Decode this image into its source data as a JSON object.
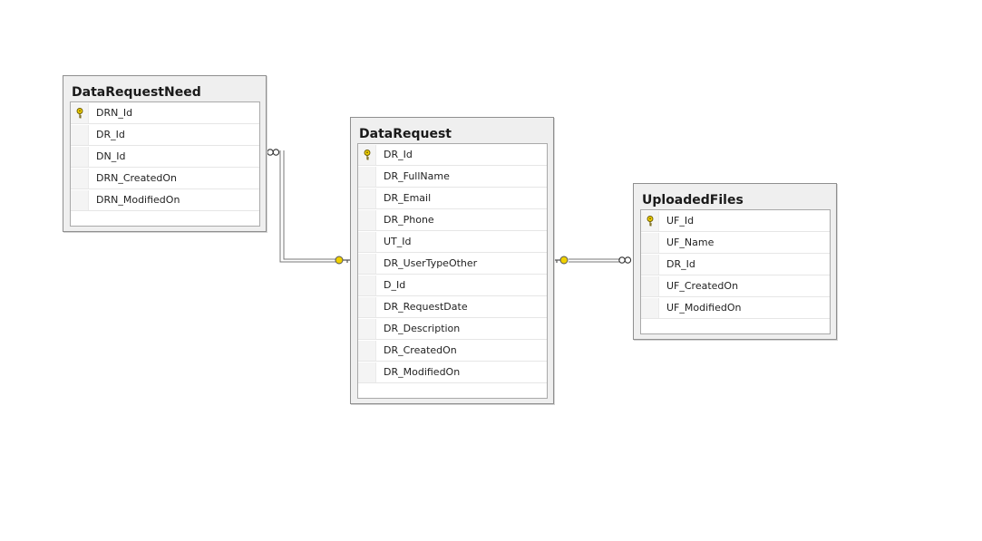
{
  "tables": {
    "data_request_need": {
      "title": "DataRequestNeed",
      "columns": [
        {
          "name": "DRN_Id",
          "primary_key": true
        },
        {
          "name": "DR_Id",
          "primary_key": false
        },
        {
          "name": "DN_Id",
          "primary_key": false
        },
        {
          "name": "DRN_CreatedOn",
          "primary_key": false
        },
        {
          "name": "DRN_ModifiedOn",
          "primary_key": false
        }
      ]
    },
    "data_request": {
      "title": "DataRequest",
      "columns": [
        {
          "name": "DR_Id",
          "primary_key": true
        },
        {
          "name": "DR_FullName",
          "primary_key": false
        },
        {
          "name": "DR_Email",
          "primary_key": false
        },
        {
          "name": "DR_Phone",
          "primary_key": false
        },
        {
          "name": "UT_Id",
          "primary_key": false
        },
        {
          "name": "DR_UserTypeOther",
          "primary_key": false
        },
        {
          "name": "D_Id",
          "primary_key": false
        },
        {
          "name": "DR_RequestDate",
          "primary_key": false
        },
        {
          "name": "DR_Description",
          "primary_key": false
        },
        {
          "name": "DR_CreatedOn",
          "primary_key": false
        },
        {
          "name": "DR_ModifiedOn",
          "primary_key": false
        }
      ]
    },
    "uploaded_files": {
      "title": "UploadedFiles",
      "columns": [
        {
          "name": "UF_Id",
          "primary_key": true
        },
        {
          "name": "UF_Name",
          "primary_key": false
        },
        {
          "name": "DR_Id",
          "primary_key": false
        },
        {
          "name": "UF_CreatedOn",
          "primary_key": false
        },
        {
          "name": "UF_ModifiedOn",
          "primary_key": false
        }
      ]
    }
  },
  "relationships": [
    {
      "from": "data_request_need",
      "to": "data_request",
      "many_side": "data_request_need",
      "one_side": "data_request"
    },
    {
      "from": "uploaded_files",
      "to": "data_request",
      "many_side": "uploaded_files",
      "one_side": "data_request"
    }
  ],
  "colors": {
    "canvas": "#ffffff",
    "table_header_bg": "#efefef",
    "table_border": "#8f8f8f",
    "connector": "#6e6e6e",
    "key_icon": "#f0d000"
  }
}
